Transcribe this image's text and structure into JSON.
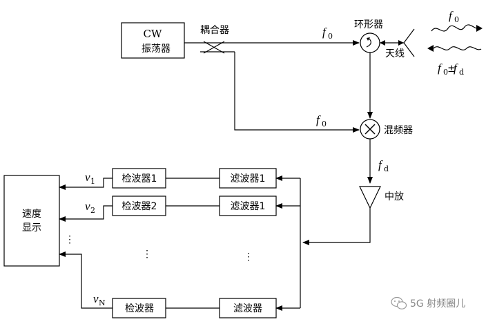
{
  "blocks": {
    "cw_osc_line1": "CW",
    "cw_osc_line2": "振荡器",
    "coupler": "耦合器",
    "circulator": "环形器",
    "antenna": "天线",
    "mixer": "混频器",
    "if_amp": "中放",
    "display_line1": "速度",
    "display_line2": "显示",
    "detector_1": "检波器1",
    "detector_2": "检波器2",
    "detector_n": "检波器",
    "filter_1": "滤波器1",
    "filter_2": "滤波器1",
    "filter_n": "滤波器"
  },
  "signals": {
    "f0": "f",
    "f0_sub": "0",
    "fd": "f",
    "fd_sub": "d",
    "f0_plus": "f",
    "f0_plus_sub": "0",
    "plus_minus": "±",
    "plus_f": "f",
    "plus_f_sub": "d",
    "v1": "v",
    "v1_sub": "1",
    "v2": "v",
    "v2_sub": "2",
    "vn": "v",
    "vn_sub": "N"
  },
  "ellipsis": {
    "vdots": "⋮"
  },
  "watermark": {
    "text": "5G 射频圈儿"
  }
}
